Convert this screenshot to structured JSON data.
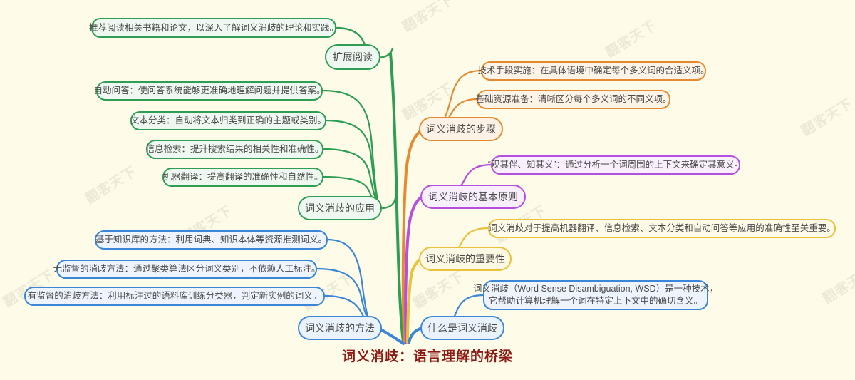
{
  "mindmap": {
    "background_color": "#fefbe8",
    "root": {
      "title": "词义消歧：语言理解的桥梁",
      "color": "#8b1a14"
    },
    "watermark_text": "翻客天下",
    "branches": [
      {
        "id": "extended-reading",
        "label": "扩展阅读",
        "color": "#2f9e55",
        "children": [
          {
            "label": "推荐阅读相关书籍和论文，以深入了解词义消歧的理论和实践。"
          }
        ]
      },
      {
        "id": "applications",
        "label": "词义消歧的应用",
        "color": "#2f9e55",
        "children": [
          {
            "label": "自动问答：使问答系统能够更准确地理解问题并提供答案。"
          },
          {
            "label": "文本分类：自动将文本归类到正确的主题或类别。"
          },
          {
            "label": "信息检索：提升搜索结果的相关性和准确性。"
          },
          {
            "label": "机器翻译：提高翻译的准确性和自然性。"
          }
        ]
      },
      {
        "id": "steps",
        "label": "词义消歧的步骤",
        "color": "#e58a30",
        "children": [
          {
            "label": "技术手段实施：在具体语境中确定每个多义词的合适义项。"
          },
          {
            "label": "基础资源准备：清晰区分每个多义词的不同义项。"
          }
        ]
      },
      {
        "id": "principles",
        "label": "词义消歧的基本原则",
        "color": "#b44fe0",
        "children": [
          {
            "label": "“观其伴、知其义”：通过分析一个词周围的上下文来确定其意义。"
          }
        ]
      },
      {
        "id": "importance",
        "label": "词义消歧的重要性",
        "color": "#e9c23c",
        "children": [
          {
            "label": "词义消歧对于提高机器翻译、信息检索、文本分类和自动问答等应用的准确性至关重要。"
          }
        ]
      },
      {
        "id": "what-is",
        "label": "什么是词义消歧",
        "color": "#3b86d8",
        "children": [
          {
            "label": "词义消歧（Word Sense Disambiguation, WSD）是一种技术，\n它帮助计算机理解一个词在特定上下文中的确切含义。"
          }
        ]
      },
      {
        "id": "methods",
        "label": "词义消歧的方法",
        "color": "#3b86d8",
        "children": [
          {
            "label": "基于知识库的方法：利用词典、知识本体等资源推测词义。"
          },
          {
            "label": "无监督的消歧方法：通过聚类算法区分词义类别，不依赖人工标注。"
          },
          {
            "label": "有监督的消歧方法：利用标注过的语料库训练分类器，判定新实例的词义。"
          }
        ]
      }
    ]
  }
}
